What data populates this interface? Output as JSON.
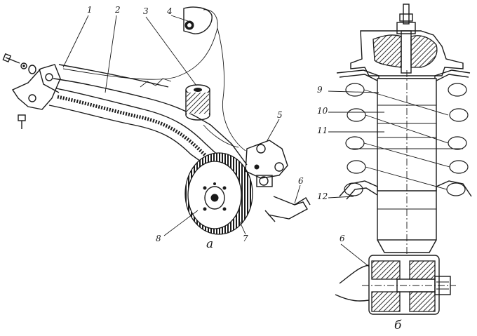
{
  "figure": {
    "panel_a_label": "а",
    "panel_b_label": "б"
  },
  "callouts_a": [
    "1",
    "2",
    "3",
    "4",
    "5",
    "6",
    "7",
    "8"
  ],
  "callouts_b": [
    "9",
    "10",
    "11",
    "12",
    "6"
  ]
}
